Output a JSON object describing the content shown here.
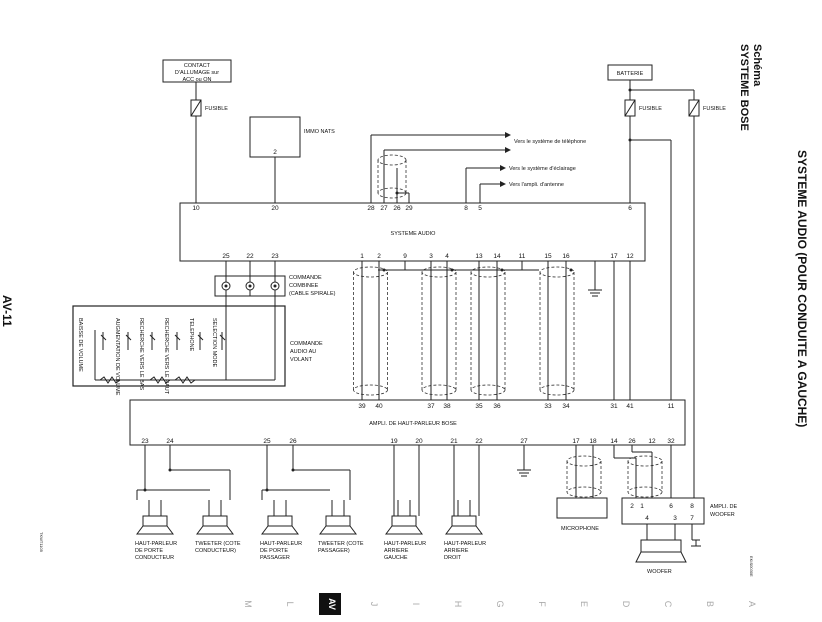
{
  "page": {
    "section": "Schéma",
    "subsection": "SYSTEME BOSE",
    "main_title": "SYSTEME AUDIO (POUR CONDUITE A GAUCHE)",
    "page_number": "AV-11",
    "figure_code_left": "TKWT1105",
    "figure_code_right": "EKIS0030E"
  },
  "tabs": {
    "letters": [
      "M",
      "L",
      "AV",
      "J",
      "I",
      "H",
      "G",
      "F",
      "E",
      "D",
      "C",
      "B",
      "A"
    ],
    "active": "AV"
  },
  "diagram": {
    "ignition": "CONTACT D'ALLUMAGE sur ACC ou ON",
    "ignition_lines": [
      "CONTACT",
      "D'ALLUMAGE sur",
      "ACC ou ON"
    ],
    "battery": "BATTERIE",
    "fuse_label": "FUSIBLE",
    "immo": "IMMO NATS",
    "immo_pin": "2",
    "audio_unit": "SYSTEME AUDIO",
    "audio_top_pins": [
      "10",
      "20",
      "28",
      "27",
      "26",
      "29",
      "8",
      "5",
      "6"
    ],
    "audio_bottom_pins": [
      "25",
      "22",
      "23",
      "1",
      "2",
      "9",
      "3",
      "4",
      "13",
      "14",
      "11",
      "15",
      "16",
      "17",
      "12"
    ],
    "destinations": {
      "phone": "Vers le système de téléphone",
      "lighting": "Vers le système d'éclairage",
      "antenna": "Vers l'ampli. d'antenne"
    },
    "combi_switch_lines": [
      "COMMANDE",
      "COMBINEE",
      "(CABLE SPIRALE)"
    ],
    "steering_switch_lines": [
      "COMMANDE",
      "AUDIO AU",
      "VOLANT"
    ],
    "switch_labels": [
      "BAISSE DE VOLUME",
      "AUGMENTATION DE VOLUME",
      "RECHERCHE VERS LE BAS",
      "RECHERCHE VERS LE HAUT",
      "TELEPHONE",
      "SELECTION MODE"
    ],
    "amp": "AMPLI. DE HAUT-PARLEUR BOSE",
    "amp_top_pins": [
      "39",
      "40",
      "37",
      "38",
      "35",
      "36",
      "33",
      "34",
      "31",
      "41",
      "11"
    ],
    "amp_bottom_pins": [
      "23",
      "24",
      "25",
      "26",
      "19",
      "20",
      "21",
      "22",
      "27",
      "17",
      "18",
      "14",
      "26",
      "12",
      "32"
    ],
    "speakers": [
      [
        "HAUT-PARLEUR",
        "DE PORTE",
        "CONDUCTEUR"
      ],
      [
        "TWEETER (COTE",
        "CONDUCTEUR)"
      ],
      [
        "HAUT-PARLEUR",
        "DE PORTE",
        "PASSAGER"
      ],
      [
        "TWEETER (COTE",
        "PASSAGER)"
      ],
      [
        "HAUT-PARLEUR",
        "ARRIERE",
        "GAUCHE"
      ],
      [
        "HAUT-PARLEUR",
        "ARRIERE",
        "DROIT"
      ]
    ],
    "microphone": "MICROPHONE",
    "woofer_amp_lines": [
      "AMPLI. DE",
      "WOOFER"
    ],
    "woofer_amp_pins": [
      "2",
      "1",
      "6",
      "8",
      "4",
      "3",
      "7"
    ],
    "woofer": "WOOFER"
  }
}
